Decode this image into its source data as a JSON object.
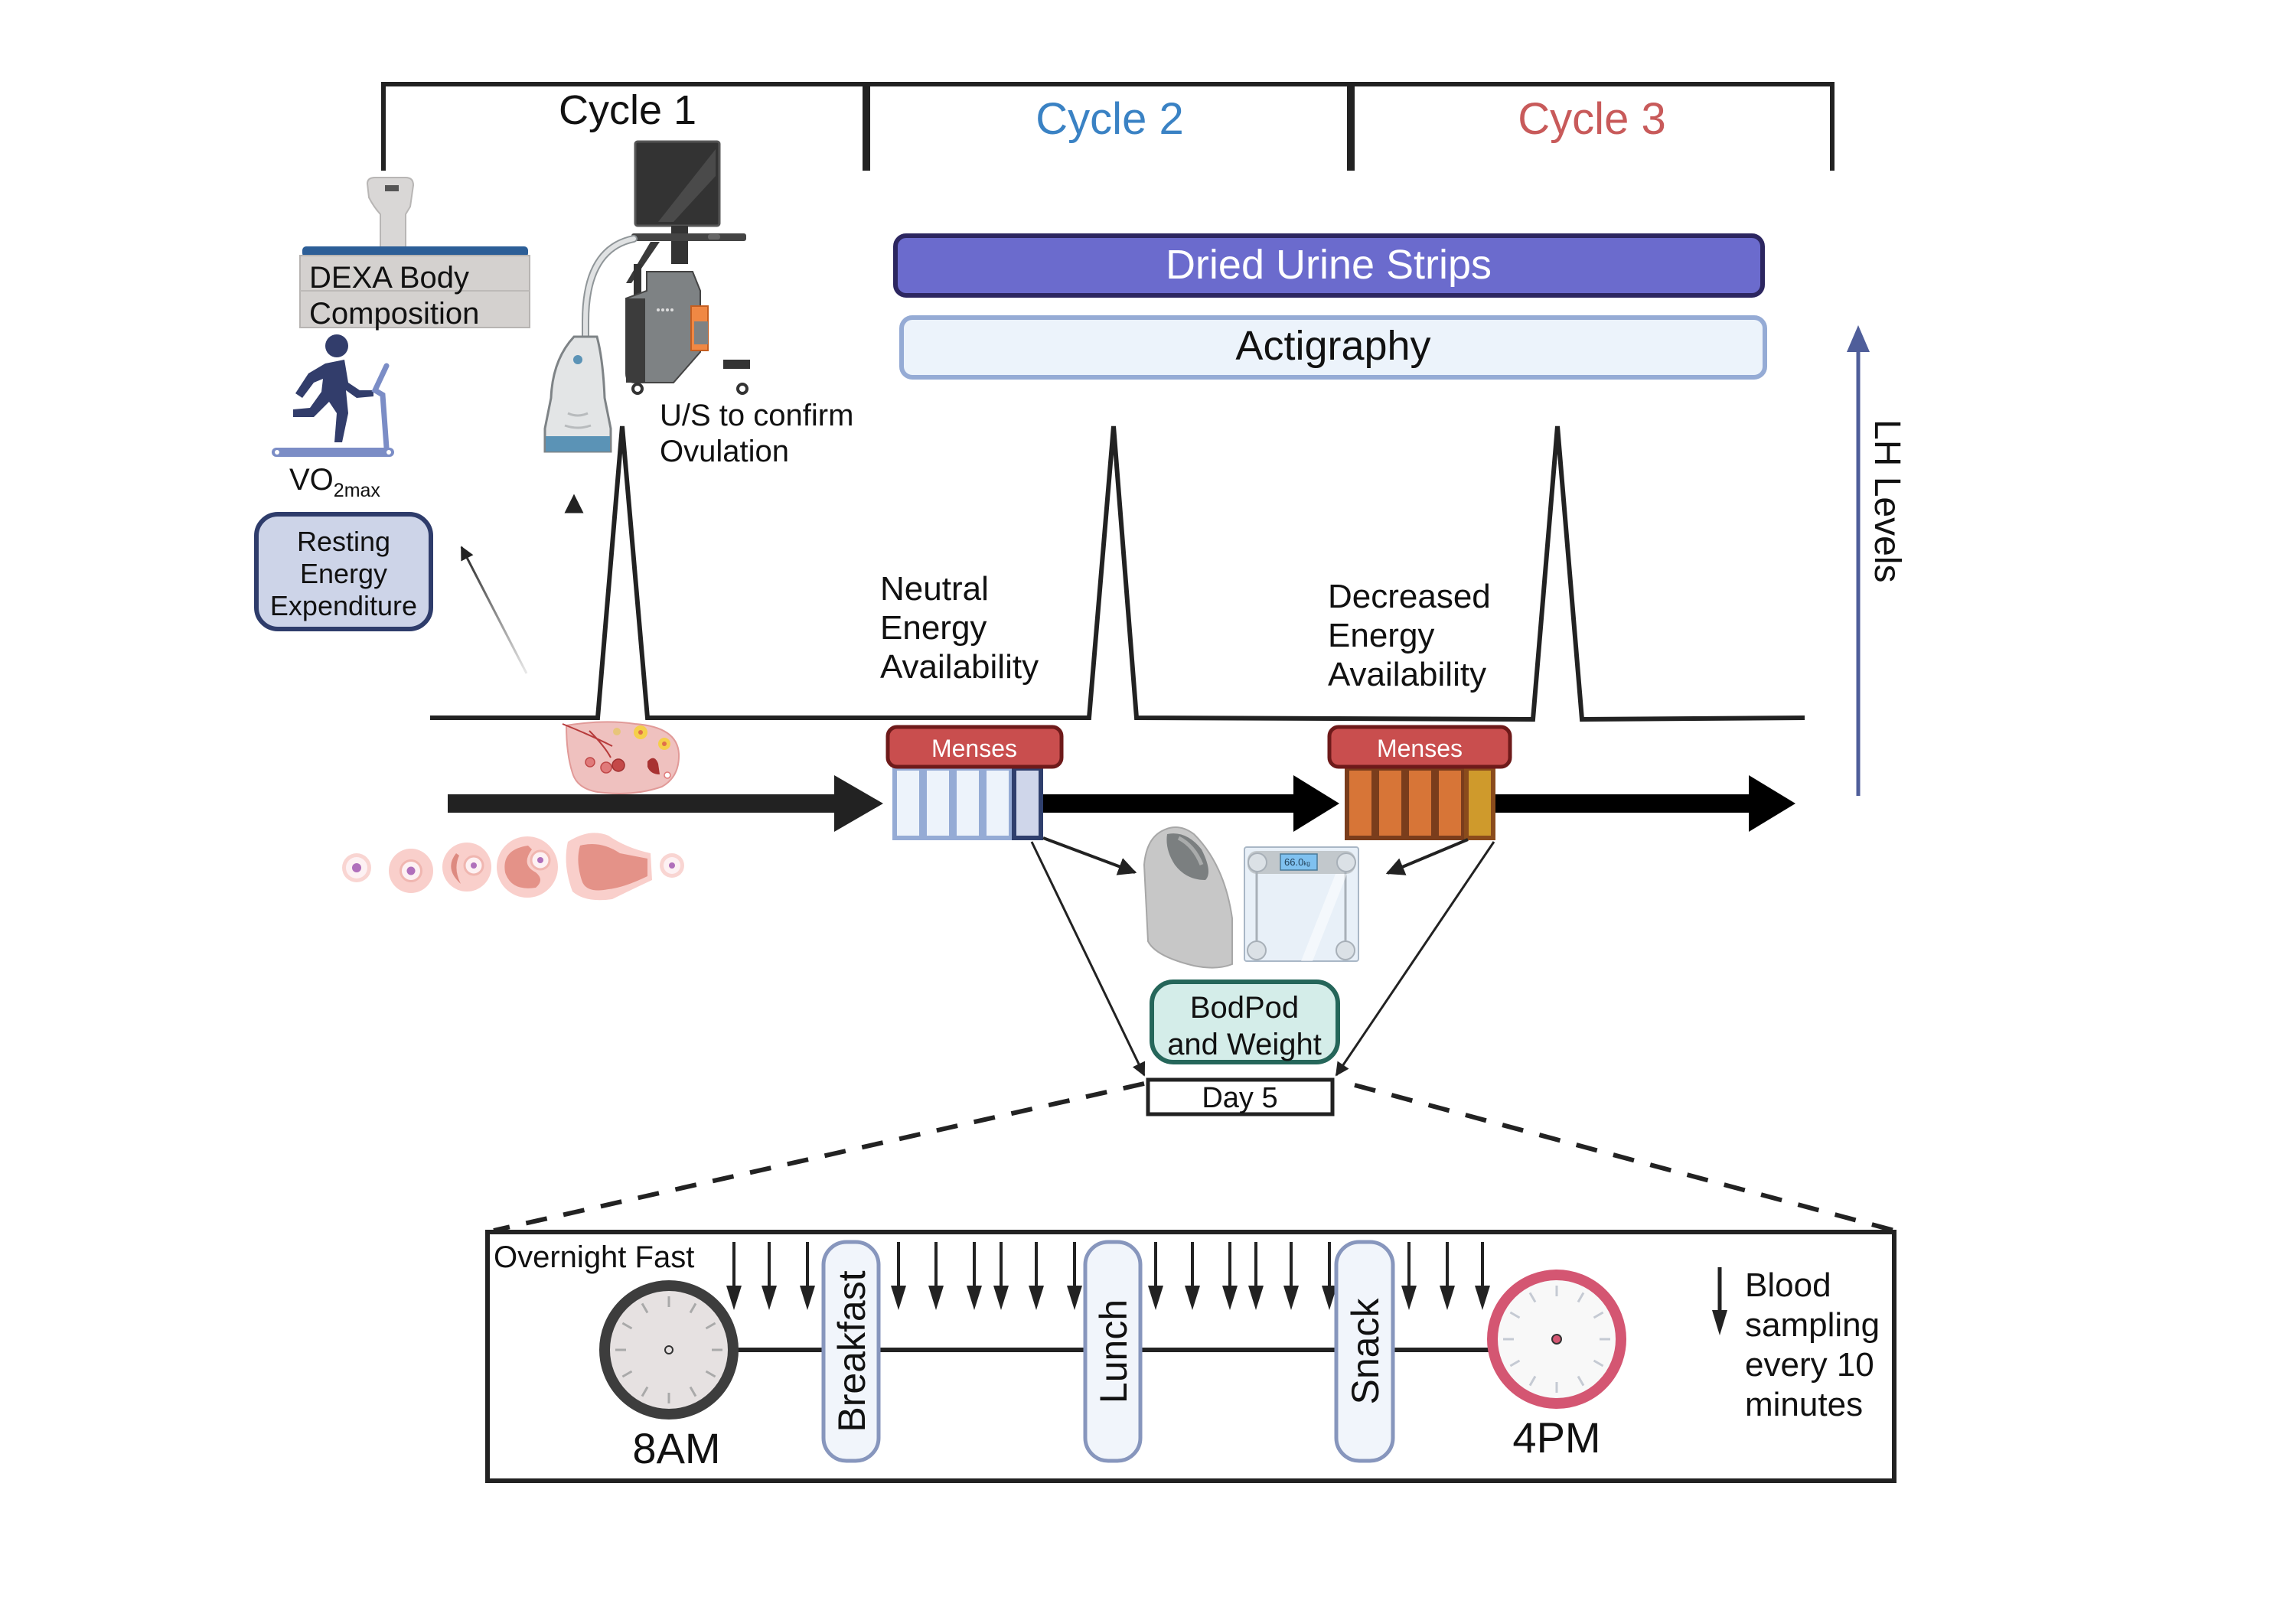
{
  "cycles": [
    {
      "label": "Cycle 1",
      "color": "#111111"
    },
    {
      "label": "Cycle 2",
      "color": "#3a82c4"
    },
    {
      "label": "Cycle 3",
      "color": "#c85a5a"
    }
  ],
  "measurements": {
    "dexa": {
      "line1": "DEXA Body",
      "line2": "Composition"
    },
    "vo2": {
      "main": "VO",
      "sub": "2max"
    },
    "resting": {
      "line1": "Resting",
      "line2": "Energy",
      "line3": "Expenditure"
    },
    "ultrasound": {
      "line1": "U/S to confirm",
      "line2": "Ovulation"
    },
    "urine_strips": "Dried Urine Strips",
    "actigraphy": "Actigraphy",
    "lh_axis": "LH Levels",
    "neutral": {
      "line1": "Neutral",
      "line2": "Energy",
      "line3": "Availability"
    },
    "decreased": {
      "line1": "Decreased",
      "line2": "Energy",
      "line3": "Availability"
    },
    "menses_1": "Menses",
    "menses_2": "Menses",
    "scale_display": "66.0",
    "scale_unit": "kg",
    "bodpod": {
      "line1": "BodPod",
      "line2": "and Weight"
    },
    "day": "Day 5"
  },
  "sampling_day": {
    "fast_label": "Overnight Fast",
    "start_time": "8AM",
    "end_time": "4PM",
    "meals": [
      "Breakfast",
      "Lunch",
      "Snack"
    ],
    "legend": {
      "line1": "Blood",
      "line2": "sampling",
      "line3": "every 10",
      "line4": "minutes"
    },
    "sample_arrow_count": 18
  },
  "colors": {
    "urine_fill": "#6b6bcd",
    "urine_border": "#2c2660",
    "actigraphy_fill": "#ecf3fb",
    "actigraphy_border": "#95abd5",
    "menses_fill": "#c94e4e",
    "menses_border": "#6e1a1a",
    "lh_axis": "#4f5e9a",
    "resting_fill": "#cdd4e8",
    "resting_border": "#2e3c6b",
    "bodpod_fill": "#d4ede9",
    "bodpod_border": "#25665a",
    "clock_start": "#3d3d3d",
    "clock_end": "#d45672"
  }
}
